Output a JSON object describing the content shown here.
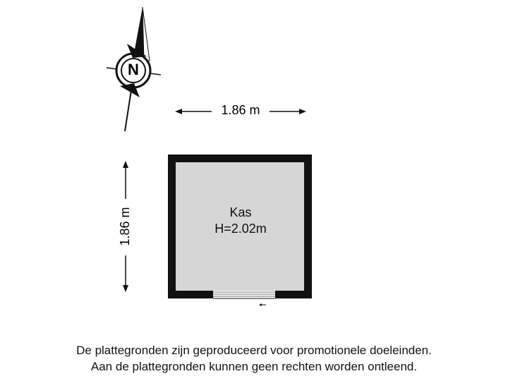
{
  "compass": {
    "label": "N",
    "icon": "north-arrow-icon"
  },
  "dimensions": {
    "width_label": "1.86 m",
    "depth_label": "1.86 m"
  },
  "room": {
    "name": "Kas",
    "height_label": "H=2.02m"
  },
  "disclaimer": {
    "line1": "De plattegronden zijn geproduceerd voor promotionele doeleinden.",
    "line2": "Aan de plattegronden kunnen geen rechten worden ontleend."
  },
  "colors": {
    "wall": "#111111",
    "floor": "#d6d6d6",
    "background": "#ffffff"
  }
}
